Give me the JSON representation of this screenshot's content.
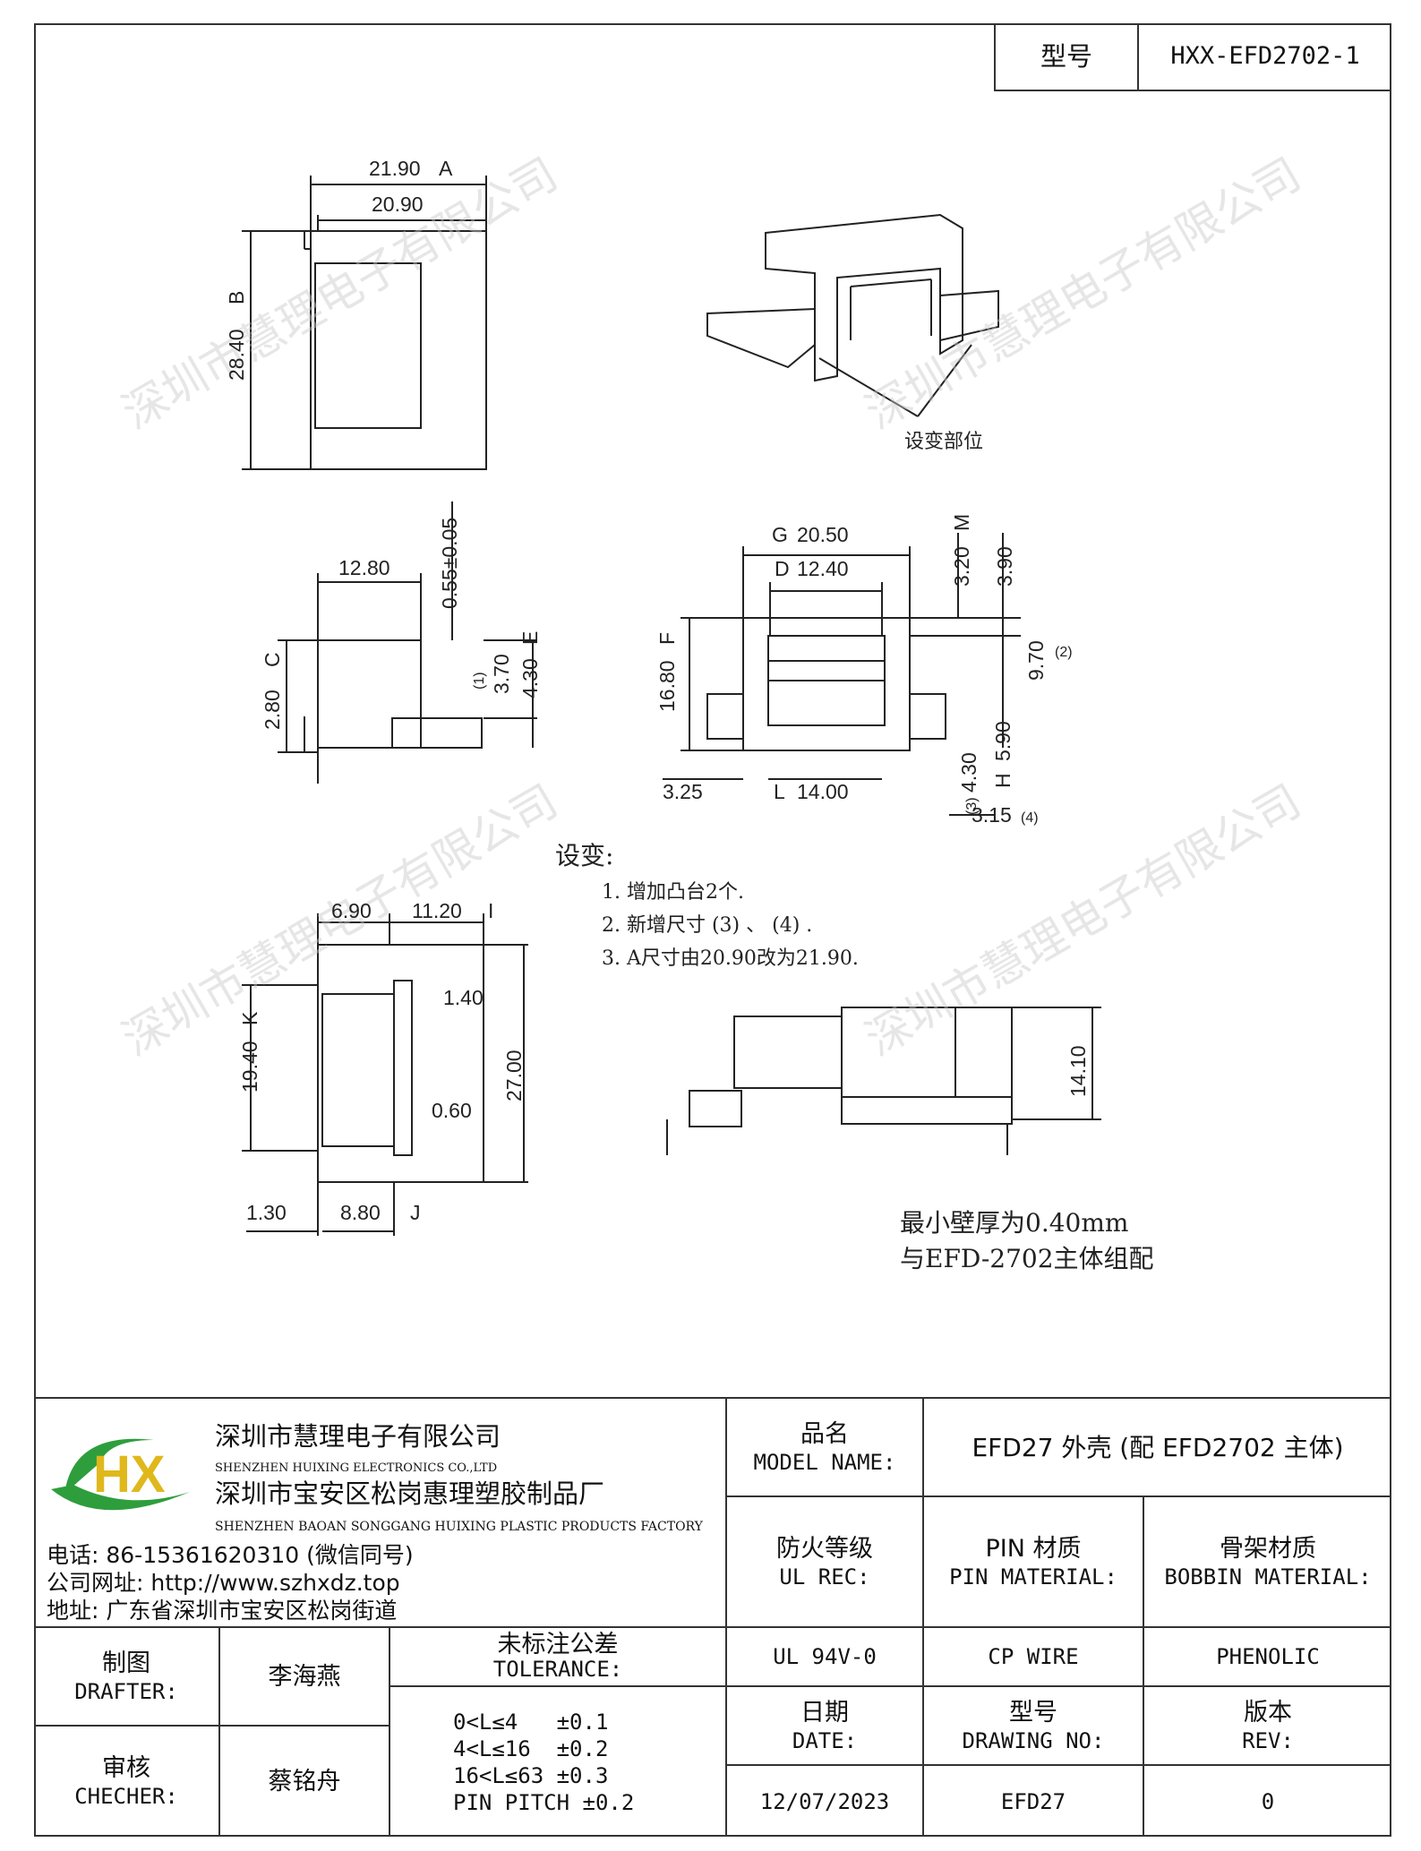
{
  "header": {
    "model_label": "型号",
    "model_value": "HXX-EFD2702-1"
  },
  "watermark": "深圳市慧理电子有限公司",
  "drawing": {
    "top_view": {
      "dim_a": "21.90",
      "dim_a_marker": "A",
      "dim_inner": "20.90",
      "dim_b": "28.40",
      "dim_b_marker": "B"
    },
    "iso_label": "设变部位",
    "side_view": {
      "d_1280": "12.80",
      "d_055": "0.55±0.05",
      "d_280": "2.80",
      "d_280_marker": "C",
      "d_370": "3.70",
      "d_370_ann": "(1)",
      "d_430": "4.30",
      "d_430_marker": "E"
    },
    "front_view": {
      "d_2050": "20.50",
      "d_2050_marker": "G",
      "d_1240": "12.40",
      "d_1240_marker": "D",
      "d_320": "3.20",
      "d_320_marker": "M",
      "d_390": "3.90",
      "d_1680": "16.80",
      "d_1680_marker": "F",
      "d_970": "9.70",
      "d_970_ann": "(2)",
      "d_590": "5.90",
      "d_590_marker": "H",
      "d_430": "4.30",
      "d_430_ann": "(3)",
      "d_325": "3.25",
      "d_1400": "14.00",
      "d_1400_marker": "L",
      "d_315": "3.15",
      "d_315_ann": "(4)"
    },
    "change_notes": {
      "title": "设变:",
      "items": [
        "1. 增加凸台2个.",
        "2. 新增尺寸 (3) 、 (4) .",
        "3. A尺寸由20.90改为21.90."
      ]
    },
    "bottom_view": {
      "d_690": "6.90",
      "d_1120": "11.20",
      "d_1120_marker": "I",
      "d_140": "1.40",
      "d_1940": "19.40",
      "d_1940_marker": "K",
      "d_2700": "27.00",
      "d_060": "0.60",
      "d_130": "1.30",
      "d_880": "8.80",
      "d_880_marker": "J"
    },
    "assembly_view": {
      "d_1410": "14.10"
    },
    "bottom_notes": [
      "最小壁厚为0.40mm",
      "与EFD-2702主体组配"
    ]
  },
  "company": {
    "logo_text": "HX",
    "name_zh": "深圳市慧理电子有限公司",
    "name_en": "SHENZHEN HUIXING ELECTRONICS CO.,LTD",
    "factory_zh": "深圳市宝安区松岗惠理塑胶制品厂",
    "factory_en": "SHENZHEN BAOAN SONGGANG HUIXING PLASTIC PRODUCTS FACTORY",
    "phone": "电话: 86-15361620310 (微信同号)",
    "website": "公司网址: http://www.szhxdz.top",
    "address": "地址: 广东省深圳市宝安区松岗街道"
  },
  "title_block": {
    "model_name_zh": "品名",
    "model_name_en": "MODEL NAME:",
    "model_name_value": "EFD27 外壳 (配 EFD2702 主体)",
    "ul_zh": "防火等级",
    "ul_en": "UL REC:",
    "ul_value": "UL 94V-0",
    "pin_zh": "PIN 材质",
    "pin_en": "PIN MATERIAL:",
    "pin_value": "CP WIRE",
    "bobbin_zh": "骨架材质",
    "bobbin_en": "BOBBIN MATERIAL:",
    "bobbin_value": "PHENOLIC",
    "date_zh": "日期",
    "date_en": "DATE:",
    "date_value": "12/07/2023",
    "drawing_zh": "型号",
    "drawing_en": "DRAWING NO:",
    "drawing_value": "EFD27",
    "rev_zh": "版本",
    "rev_en": "REV:",
    "rev_value": "0",
    "drafter_zh": "制图",
    "drafter_en": "DRAFTER:",
    "drafter_value": "李海燕",
    "checker_zh": "审核",
    "checker_en": "CHECHER:",
    "checker_value": "蔡铭舟",
    "tolerance_zh": "未标注公差",
    "tolerance_en": "TOLERANCE:",
    "tolerances": [
      "0<L≤4   ±0.1",
      "4<L≤16  ±0.2",
      "16<L≤63 ±0.3",
      "PIN PITCH ±0.2"
    ]
  }
}
